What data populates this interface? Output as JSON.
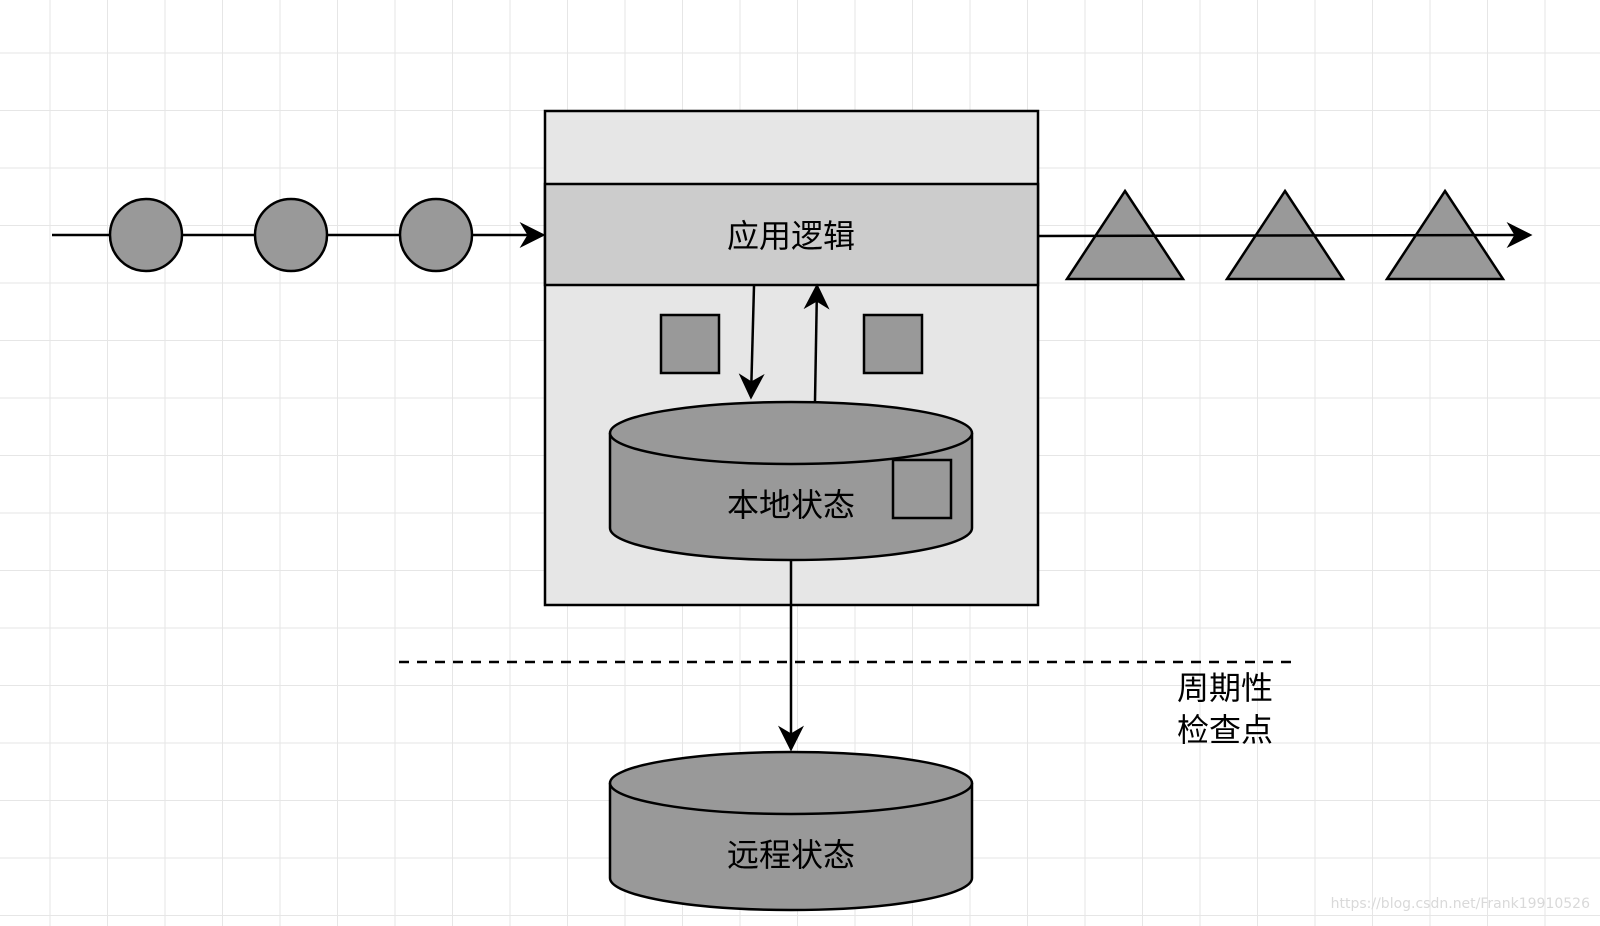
{
  "diagram": {
    "process_box": {
      "header_label": "应用逻辑"
    },
    "local_state": {
      "label": "本地状态"
    },
    "remote_state": {
      "label": "远程状态"
    },
    "checkpoint": {
      "label_line1": "周期性",
      "label_line2": "检查点"
    },
    "input_events": {
      "shape": "circle",
      "count": 3
    },
    "output_events": {
      "shape": "triangle",
      "count": 3
    },
    "colors": {
      "shape_fill": "#999999",
      "box_fill": "#e6e6e6",
      "header_fill": "#cccccc",
      "stroke": "#000000"
    }
  },
  "watermark": {
    "text": "https://blog.csdn.net/Frank19910526"
  }
}
